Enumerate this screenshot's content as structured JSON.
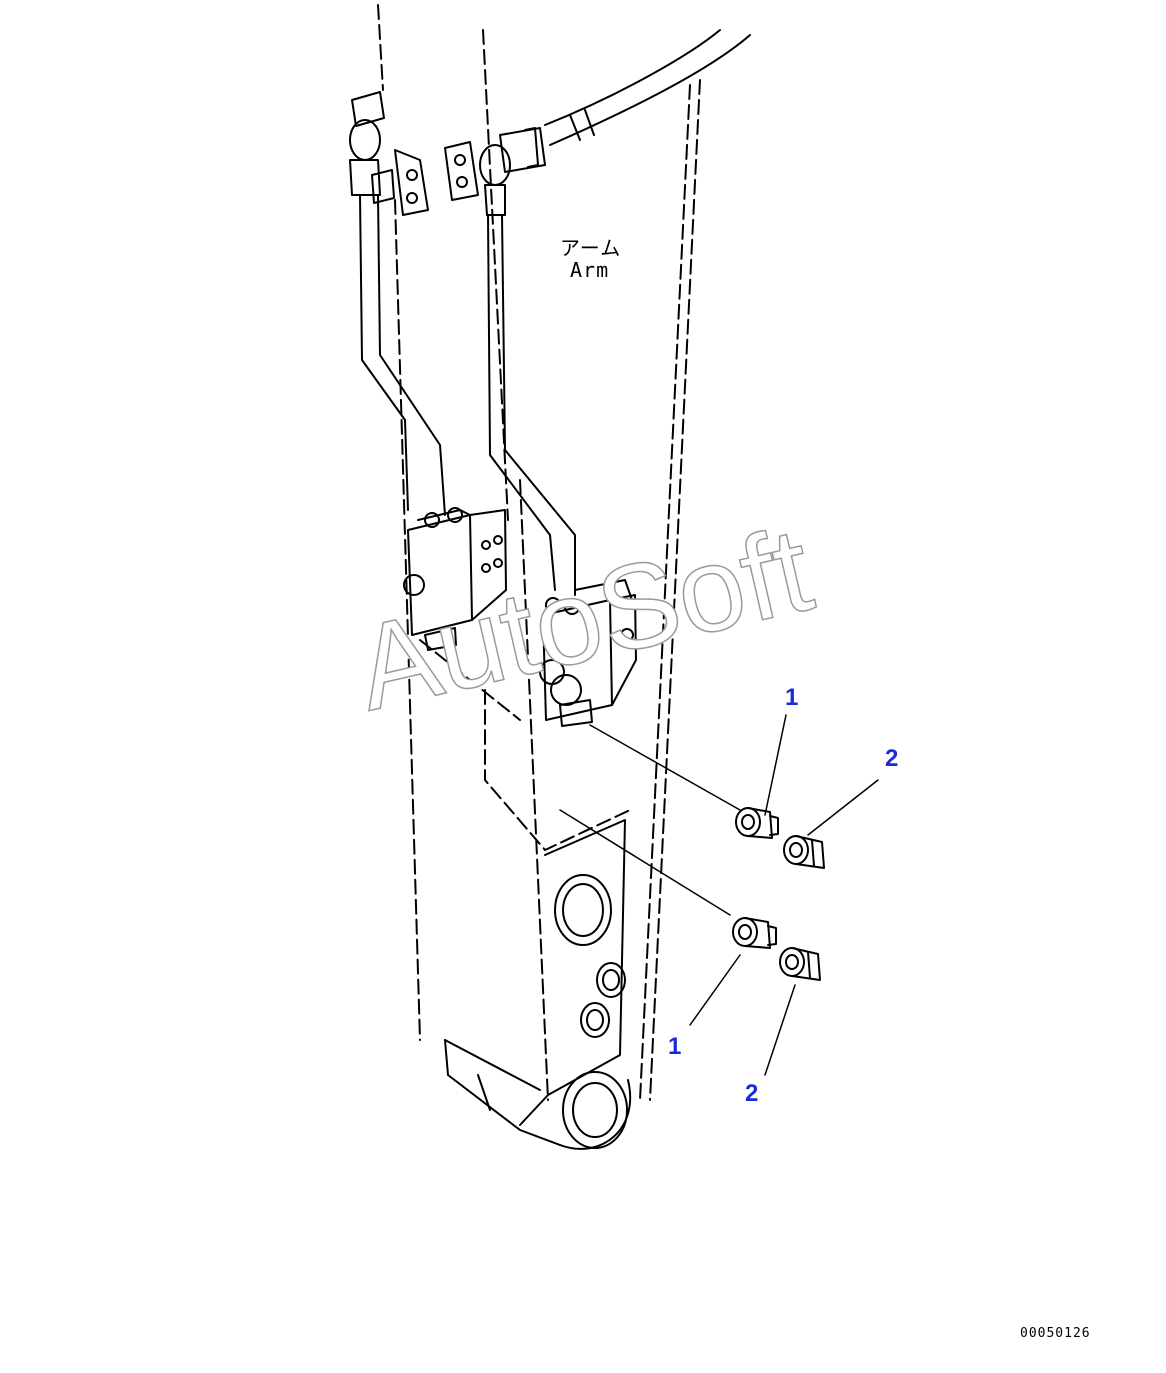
{
  "labels": {
    "arm_jp": "アーム",
    "arm_en": "Arm",
    "watermark": "AutoSoft",
    "drawing_number": "00050126"
  },
  "callouts": [
    {
      "id": "1",
      "text": "1"
    },
    {
      "id": "2",
      "text": "2"
    },
    {
      "id": "1",
      "text": "1"
    },
    {
      "id": "2",
      "text": "2"
    }
  ],
  "colors": {
    "line": "#000000",
    "callout": "#1a2bd6",
    "watermark_stroke": "#9a9a9a",
    "background": "#ffffff"
  }
}
